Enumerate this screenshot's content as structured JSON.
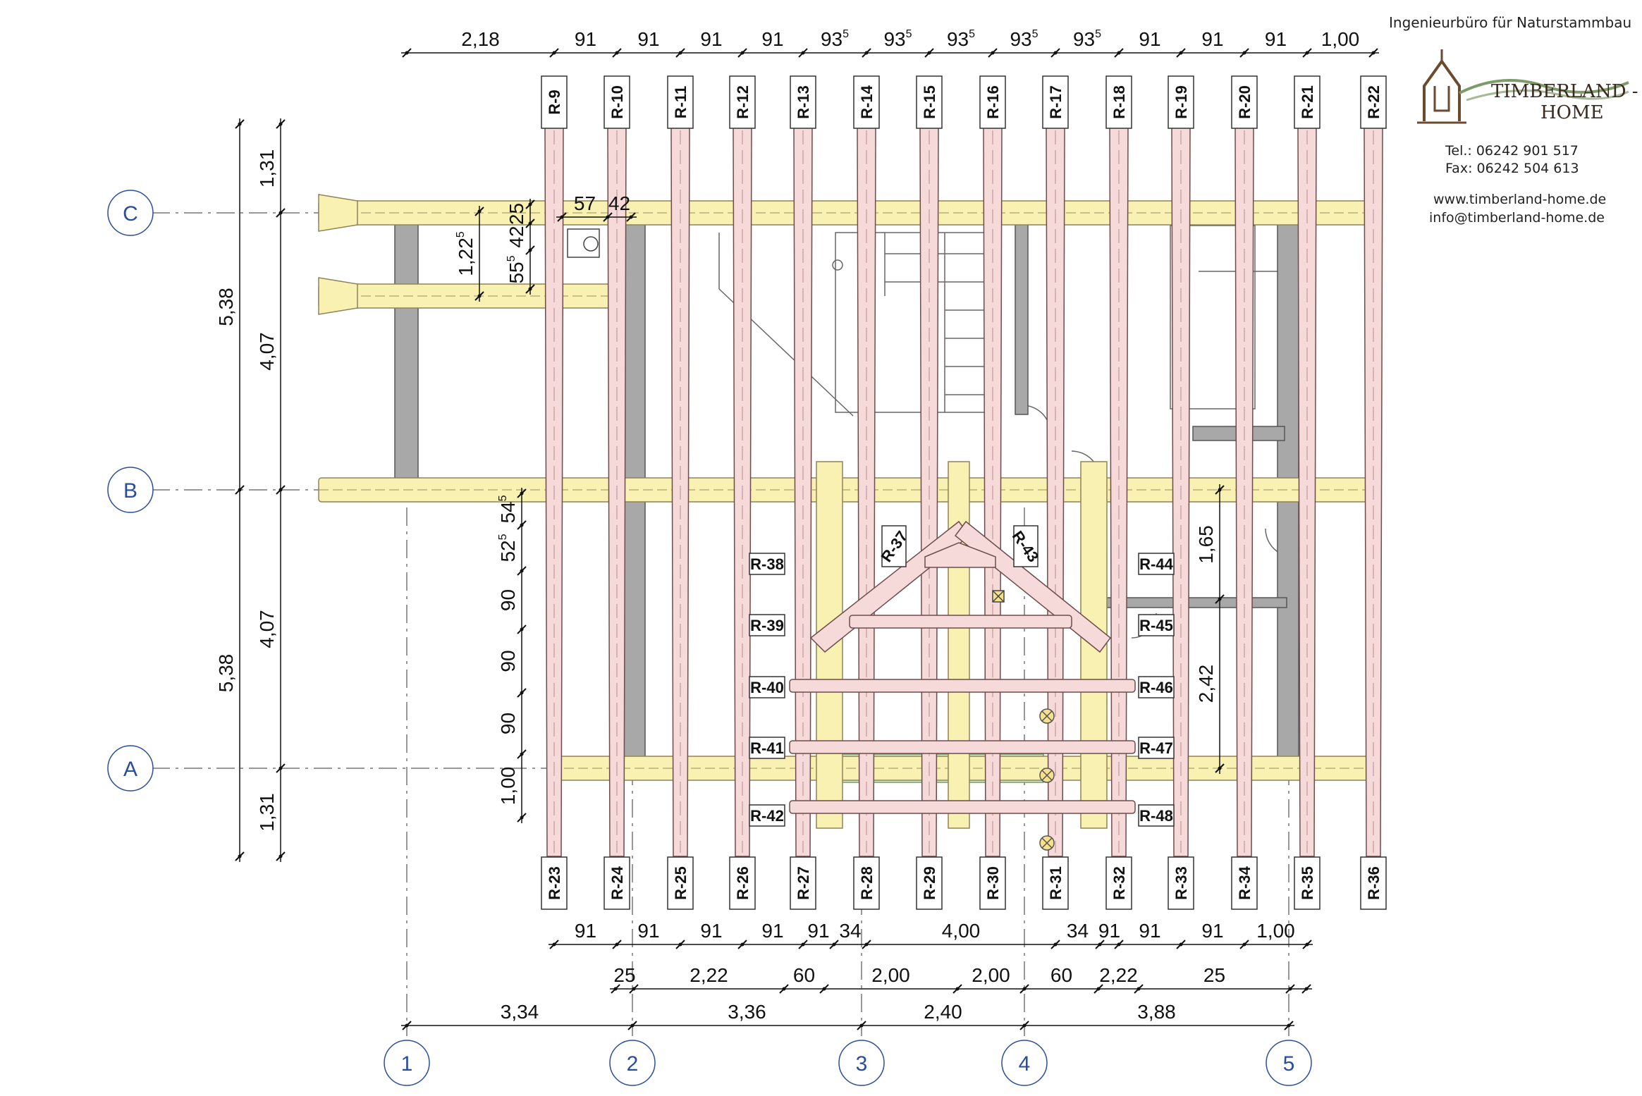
{
  "header": {
    "company": "Ingenieurbüro für Naturstammbau",
    "brand_line1": "TIMBERLAND -",
    "brand_line2": "HOME",
    "tel": "Tel.:  06242 901 517",
    "fax": "Fax:  06242 504 613",
    "website": "www.timberland-home.de",
    "email": "info@timberland-home.de"
  },
  "axes": {
    "rows": [
      "C",
      "B",
      "A"
    ],
    "columns": [
      "1",
      "2",
      "3",
      "4",
      "5"
    ]
  },
  "rafters_top": [
    "R-9",
    "R-10",
    "R-11",
    "R-12",
    "R-13",
    "R-14",
    "R-15",
    "R-16",
    "R-17",
    "R-18",
    "R-19",
    "R-20",
    "R-21",
    "R-22"
  ],
  "rafters_bottom": [
    "R-23",
    "R-24",
    "R-25",
    "R-26",
    "R-27",
    "R-28",
    "R-29",
    "R-30",
    "R-31",
    "R-32",
    "R-33",
    "R-34",
    "R-35",
    "R-36"
  ],
  "dormer_left": [
    "R-38",
    "R-39",
    "R-40",
    "R-41",
    "R-42"
  ],
  "dormer_right": [
    "R-44",
    "R-45",
    "R-46",
    "R-47",
    "R-48"
  ],
  "dormer_hips": [
    "R-37",
    "R-43"
  ],
  "dims": {
    "top": [
      {
        "v": "2,18",
        "sup": ""
      },
      {
        "v": "91",
        "sup": ""
      },
      {
        "v": "91",
        "sup": ""
      },
      {
        "v": "91",
        "sup": ""
      },
      {
        "v": "91",
        "sup": ""
      },
      {
        "v": "93",
        "sup": "5"
      },
      {
        "v": "93",
        "sup": "5"
      },
      {
        "v": "93",
        "sup": "5"
      },
      {
        "v": "93",
        "sup": "5"
      },
      {
        "v": "93",
        "sup": "5"
      },
      {
        "v": "91",
        "sup": ""
      },
      {
        "v": "91",
        "sup": ""
      },
      {
        "v": "91",
        "sup": ""
      },
      {
        "v": "1,00",
        "sup": ""
      }
    ],
    "bottom1": [
      "91",
      "91",
      "91",
      "91",
      "91",
      "34",
      "4,00",
      "34",
      "91",
      "91",
      "91",
      "1,00"
    ],
    "bottom2": [
      "25",
      "2,22",
      "60",
      "2,00",
      "2,00",
      "60",
      "2,22",
      "25"
    ],
    "bottom3": [
      "3,34",
      "3,36",
      "2,40",
      "3,88"
    ],
    "left_outer": [
      "5,38",
      "5,38"
    ],
    "left_inner": [
      "1,31",
      "4,07",
      "4,07",
      "1,31"
    ],
    "detail_h": [
      "57",
      "42"
    ],
    "detail_v": [
      {
        "v": "25",
        "sup": ""
      },
      {
        "v": "42",
        "sup": ""
      },
      {
        "v": "55",
        "sup": "5"
      },
      {
        "v": "1,22",
        "sup": "5"
      }
    ],
    "dormer_v": [
      {
        "v": "54",
        "sup": "5"
      },
      {
        "v": "52",
        "sup": "5"
      },
      {
        "v": "90",
        "sup": ""
      },
      {
        "v": "90",
        "sup": ""
      },
      {
        "v": "90",
        "sup": ""
      },
      {
        "v": "1,00",
        "sup": ""
      }
    ],
    "right_inner": [
      "1,65",
      "2,42"
    ]
  },
  "colors": {
    "rafter": "#f6d9d9",
    "purlin": "#f8f1b2",
    "wall": "#a8a8a8",
    "axis_circle": "#2a4d9c",
    "landing": "#d6ecc8"
  }
}
